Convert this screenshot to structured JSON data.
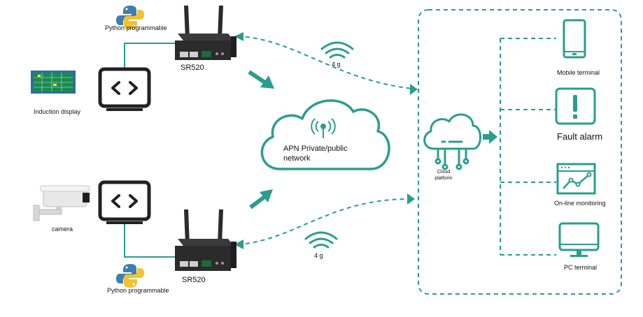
{
  "colors": {
    "teal": "#2a9d8f",
    "device": "#2b2b2b",
    "python_blue": "#3f7fb0",
    "python_yellow": "#f2c230",
    "panel_green": "#1b8a4f"
  },
  "top_branch": {
    "python_label": "Python programmable",
    "router_label": "SR520",
    "signal_label": "4 g",
    "display_label": "Induction display"
  },
  "bottom_branch": {
    "python_label": "Python programmable",
    "router_label": "SR520",
    "signal_label": "4 g",
    "camera_label": "camera"
  },
  "center": {
    "network_label": "APN Private/public network"
  },
  "platform": {
    "cloud_label": "Cloud platform",
    "terminals": [
      {
        "label": "Mobile terminal",
        "icon": "mobile-icon"
      },
      {
        "label": "Fault alarm",
        "icon": "alarm-icon"
      },
      {
        "label": "On-line monitoring",
        "icon": "monitoring-icon"
      },
      {
        "label": "PC terminal",
        "icon": "pc-icon"
      }
    ]
  }
}
